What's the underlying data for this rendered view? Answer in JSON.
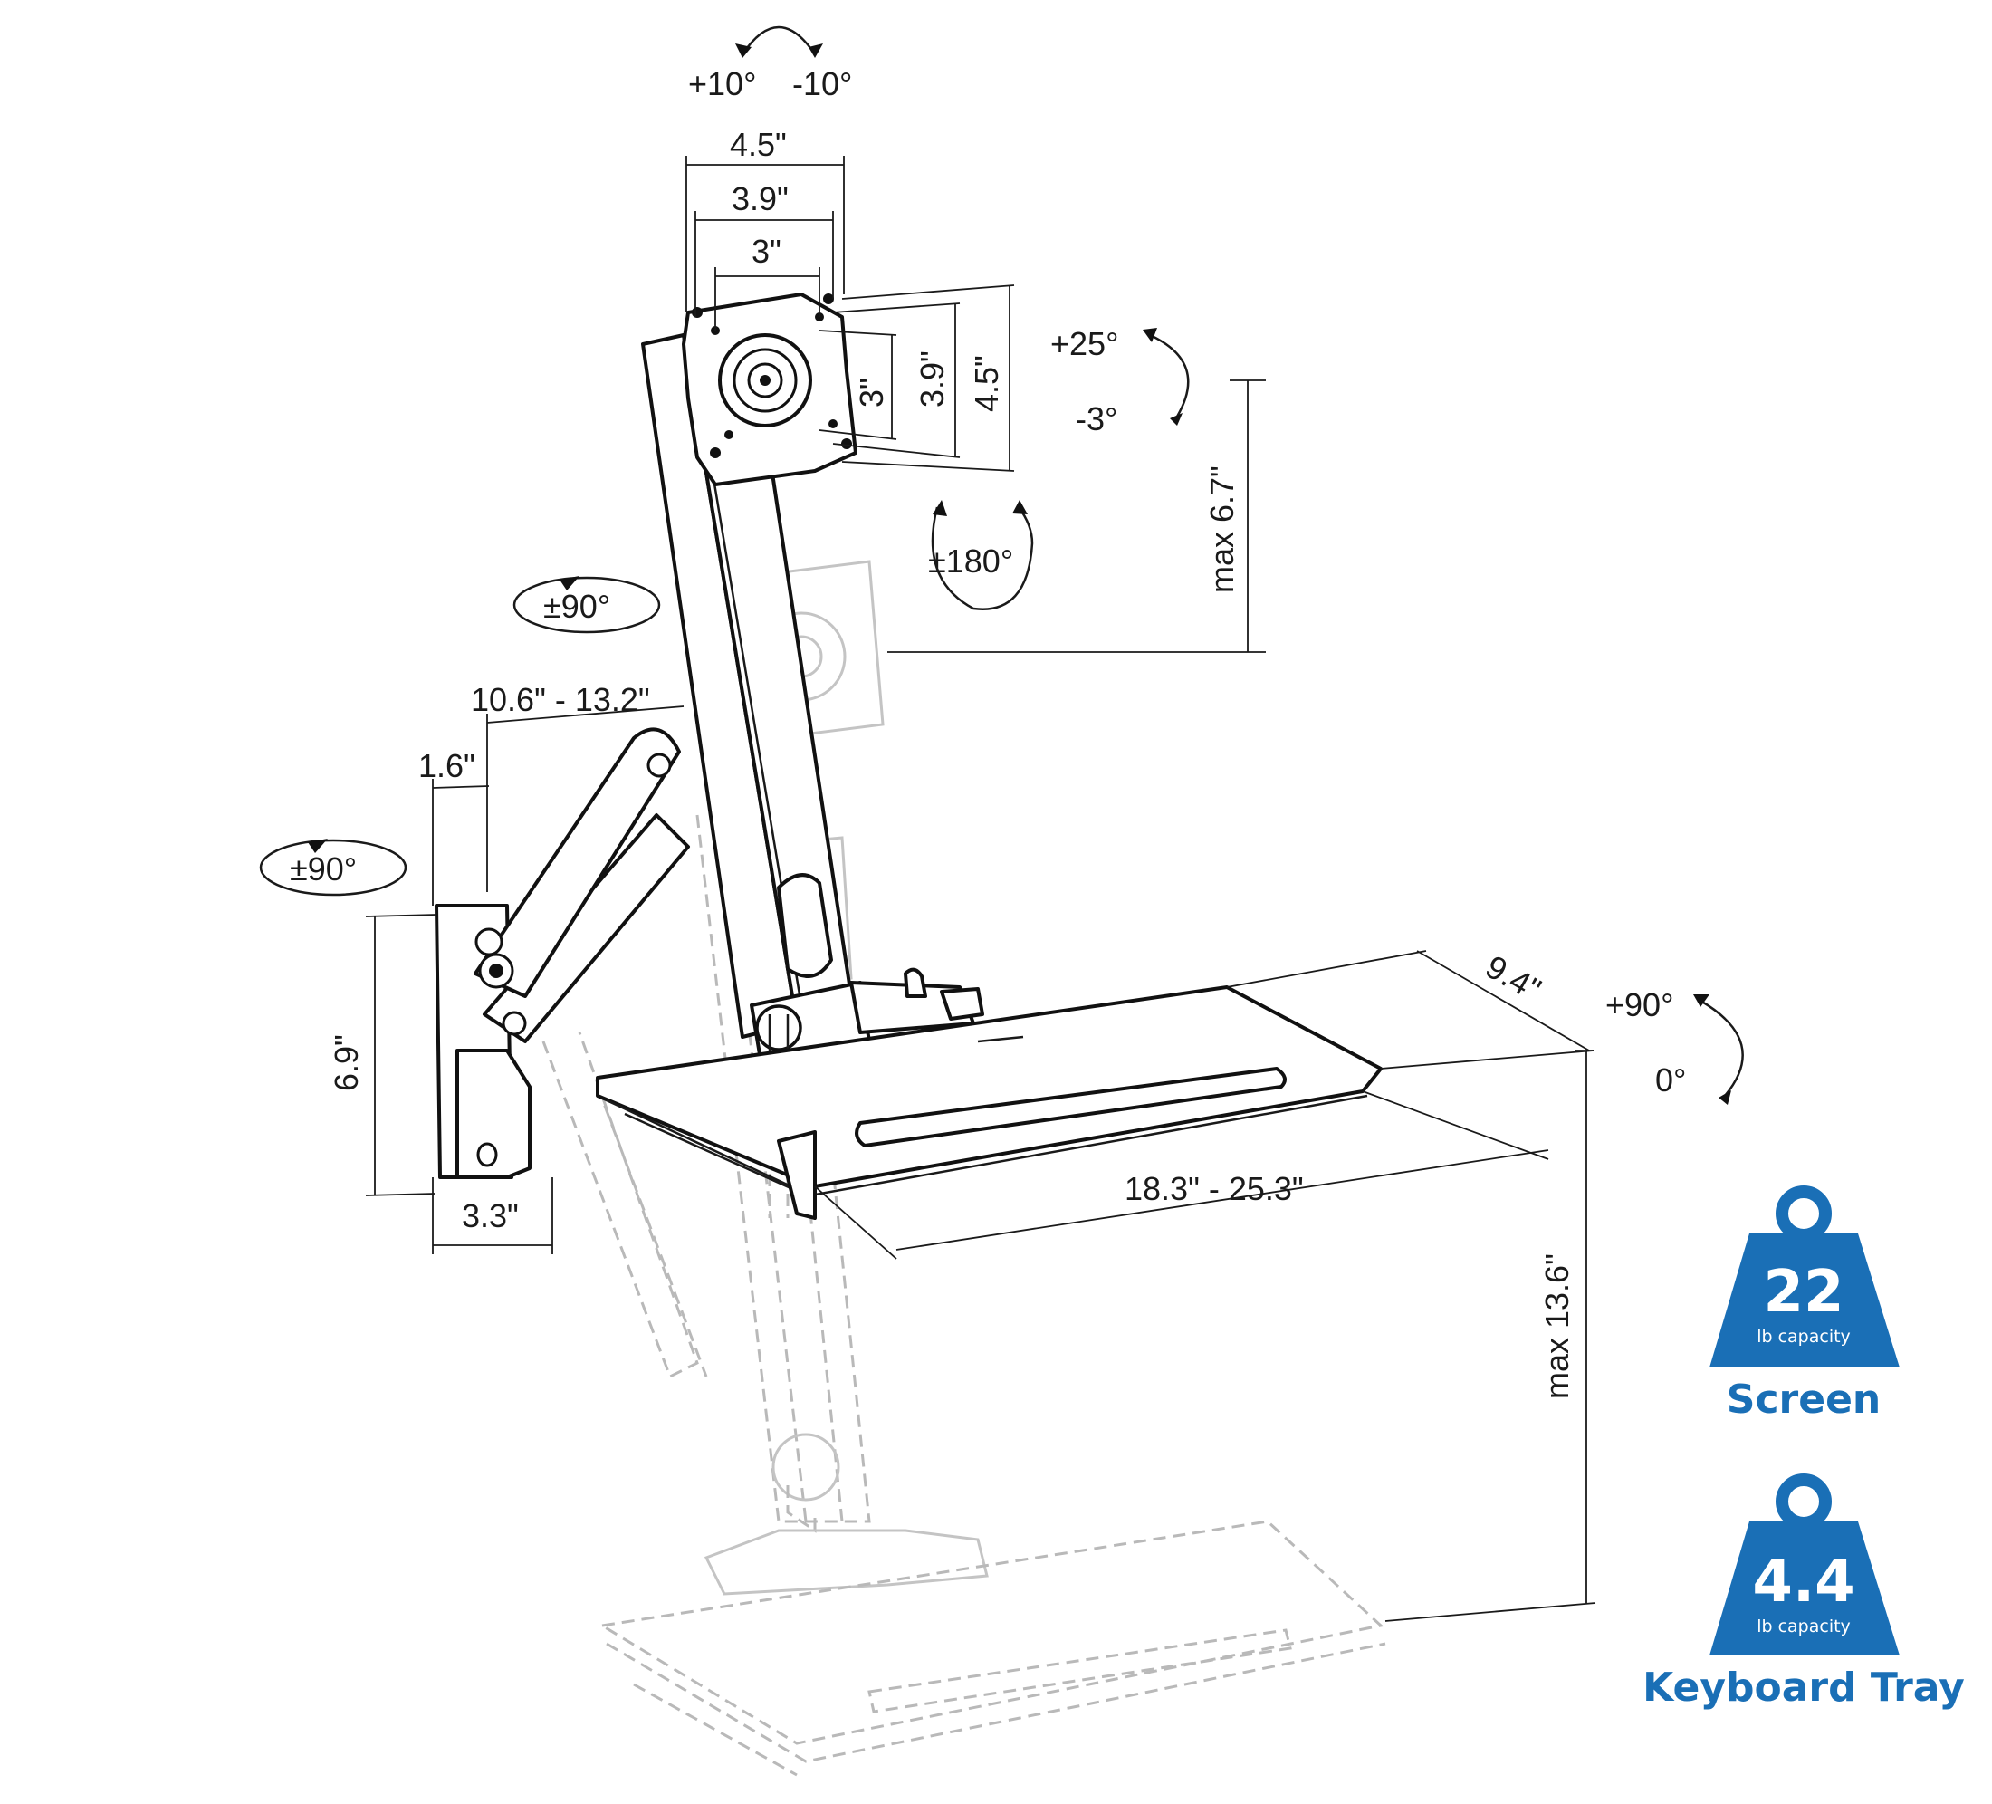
{
  "rotation": {
    "tilt_plus": "+10°",
    "tilt_minus": "-10°",
    "tilt2_plus": "+25°",
    "tilt2_minus": "-3°",
    "rotate": "±180°",
    "swivel_upper": "±90°",
    "swivel_lower": "±90°",
    "tray_plus": "+90°",
    "tray_zero": "0°"
  },
  "dimensions": {
    "vesa_45_h": "4.5\"",
    "vesa_39_h": "3.9\"",
    "vesa_3_h": "3\"",
    "vesa_3_v": "3\"",
    "vesa_39_v": "3.9\"",
    "vesa_45_v": "4.5\"",
    "max_height_67": "max 6.7\"",
    "arm_length": "10.6\" - 13.2\"",
    "offset_16": "1.6\"",
    "plate_height": "6.9\"",
    "plate_depth": "3.3\"",
    "tray_depth": "9.4\"",
    "tray_width": "18.3\" - 25.3\"",
    "max_height_136": "max 13.6\""
  },
  "badges": [
    {
      "value": "22",
      "unit": "lb capacity",
      "label": "Screen"
    },
    {
      "value": "4.4",
      "unit": "lb capacity",
      "label": "Keyboard Tray"
    }
  ],
  "colors": {
    "badge_blue": "#1a6fb6",
    "line": "#1a1a1a",
    "ghost": "#b9b9b9"
  }
}
